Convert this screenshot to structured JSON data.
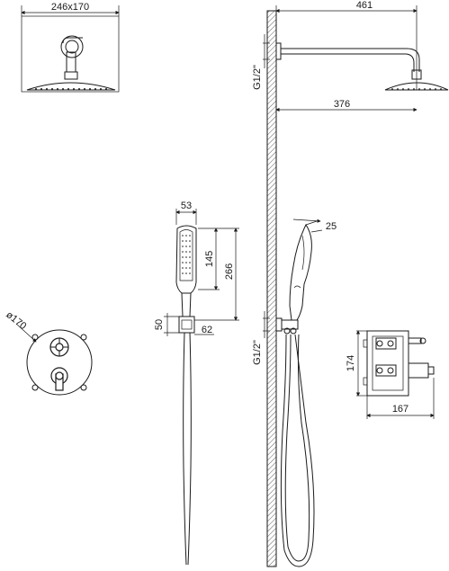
{
  "dimensions": {
    "overhead_size": "246x170",
    "arm_length": "461",
    "arm_projection": "376",
    "thread_top": "G1/2\"",
    "thread_bottom": "G1/2\"",
    "hand_width": "53",
    "hand_head": "145",
    "hand_total": "266",
    "holder_height": "50",
    "holder_depth": "62",
    "hand_angle": "25",
    "mixer_diameter": "ø170",
    "box_height": "174",
    "box_width": "167"
  }
}
